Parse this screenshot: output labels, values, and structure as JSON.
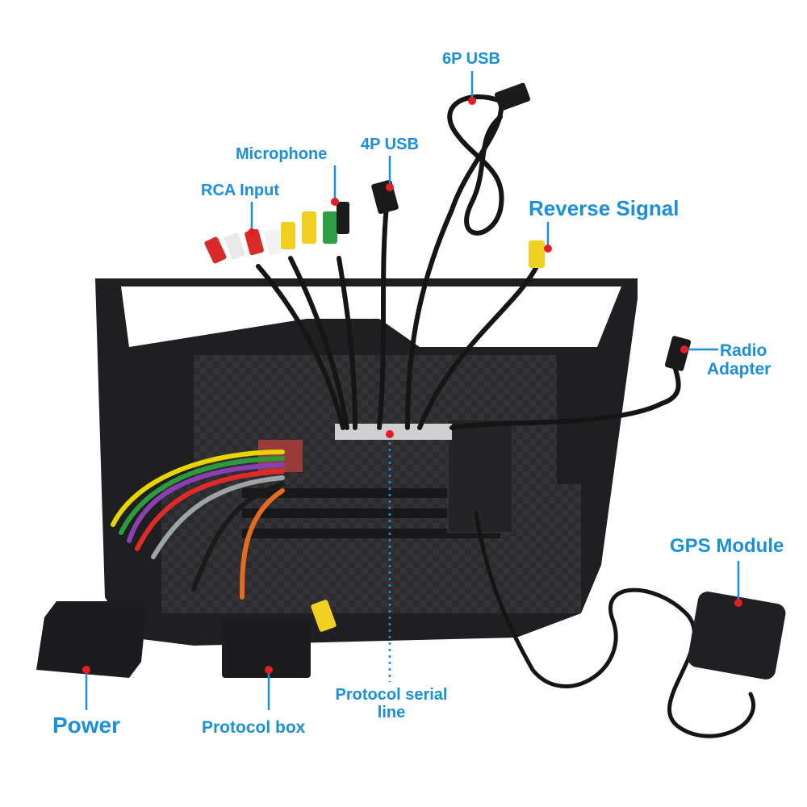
{
  "labels": {
    "usb6p": "6P USB",
    "usb4p": "4P USB",
    "microphone": "Microphone",
    "rca_input": "RCA Input",
    "reverse_signal": "Reverse Signal",
    "radio_adapter_line1": "Radio",
    "radio_adapter_line2": "Adapter",
    "gps_module": "GPS Module",
    "protocol_serial_line1": "Protocol serial",
    "protocol_serial_line2": "line",
    "power": "Power",
    "protocol_box": "Protocol box"
  },
  "colors": {
    "accent": "#1b8fd9",
    "marker": "#e41e26",
    "chassis": "#2a2a2c",
    "cable": "#151515"
  }
}
